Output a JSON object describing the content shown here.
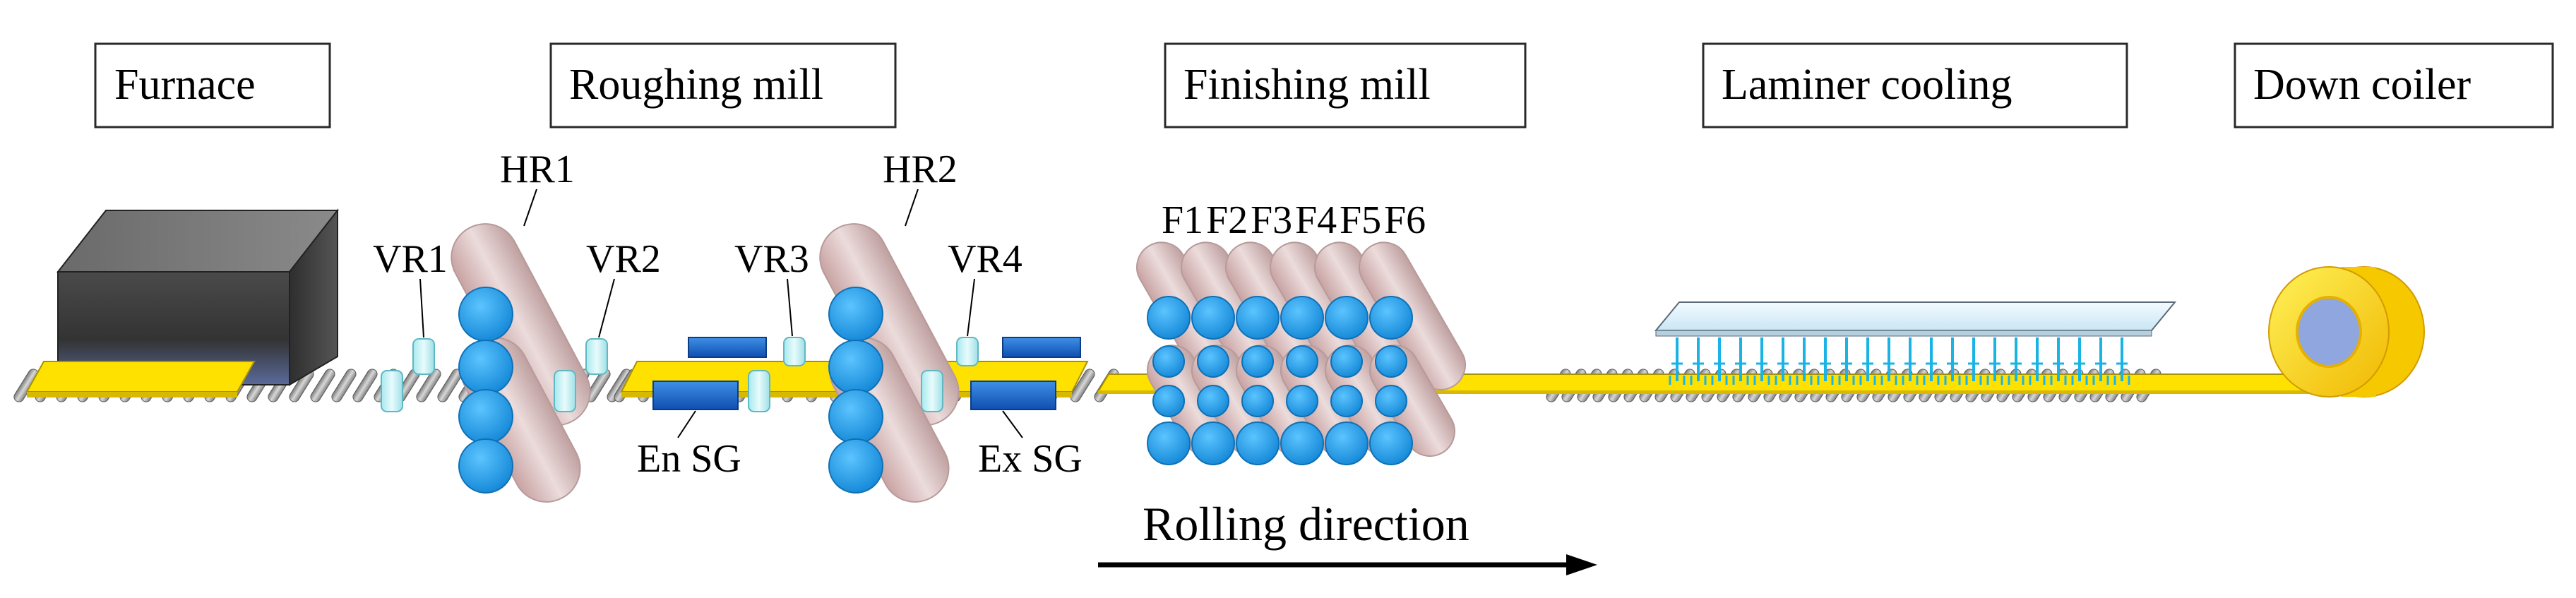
{
  "stages": [
    {
      "id": "furnace",
      "label": "Furnace"
    },
    {
      "id": "roughing",
      "label": "Roughing mill"
    },
    {
      "id": "finishing",
      "label": "Finishing mill"
    },
    {
      "id": "cooling",
      "label": "Laminer cooling"
    },
    {
      "id": "coiler",
      "label": "Down coiler"
    }
  ],
  "units": {
    "hr1": "HR1",
    "hr2": "HR2",
    "vr1": "VR1",
    "vr2": "VR2",
    "vr3": "VR3",
    "vr4": "VR4",
    "en_sg": "En SG",
    "ex_sg": "Ex SG",
    "finishing_stands": [
      "F1",
      "F2",
      "F3",
      "F4",
      "F5",
      "F6"
    ]
  },
  "direction": {
    "label": "Rolling direction"
  },
  "colors": {
    "strip": "#ffe100",
    "roll": "#1a9be8",
    "roll_body": "#d6b3b3",
    "guide": "#1863c9",
    "cooling_water": "#19b3e6",
    "furnace": "#3c3c3c"
  }
}
